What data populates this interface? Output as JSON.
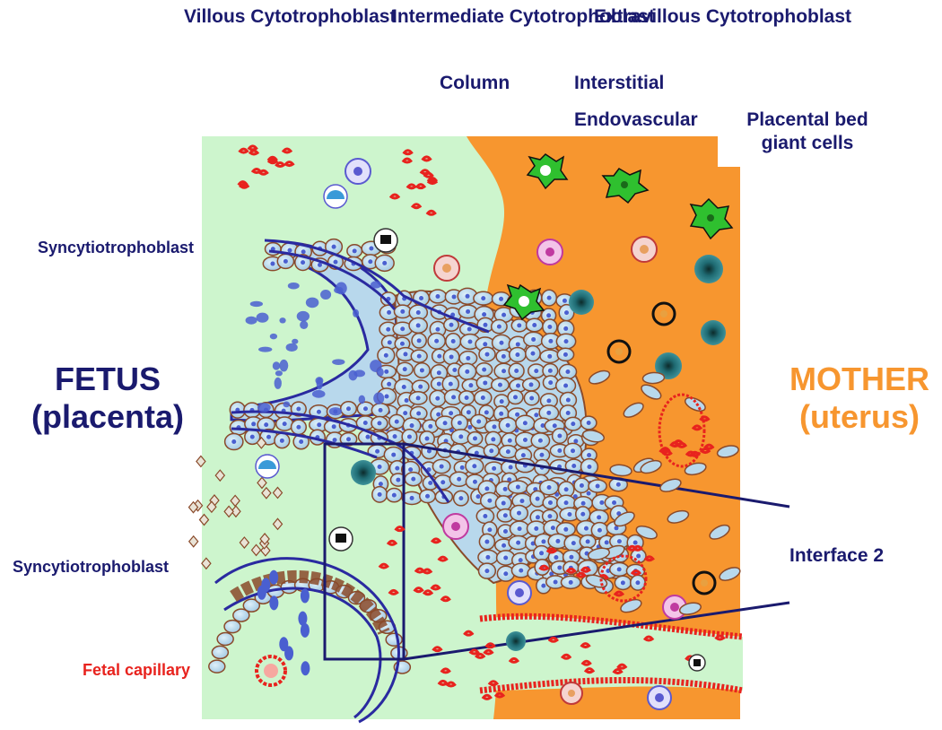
{
  "headers": {
    "villous": "Villous Cytotrophoblast",
    "intermediate": "Intermediate Cytotrophoblast",
    "extravillous": "Extravillous Cytotrophoblast",
    "column": "Column",
    "interstitial": "Interstitial",
    "endovascular": "Endovascular",
    "placental_bed": "Placental bed giant cells"
  },
  "side_labels": {
    "fetus": "FETUS",
    "placenta": "(placenta)",
    "mother": "MOTHER",
    "uterus": "(uterus)",
    "syncytio_top": "Syncytiotrophoblast",
    "syncytio_bottom": "Syncytiotrophoblast",
    "fetal_capillary": "Fetal capillary",
    "interface": "Interface 2"
  },
  "colors": {
    "fetal_bg": "#cdf5cd",
    "maternal_bg": "#f7962f",
    "label_navy": "#1a1a6e",
    "mother_label": "#f7962f",
    "capillary_label": "#e8231e",
    "cell_fill": "#b8d8ec",
    "cell_border": "#8a4a2a",
    "rbc": "#e8231e",
    "nucleus": "#4a5fd0"
  }
}
